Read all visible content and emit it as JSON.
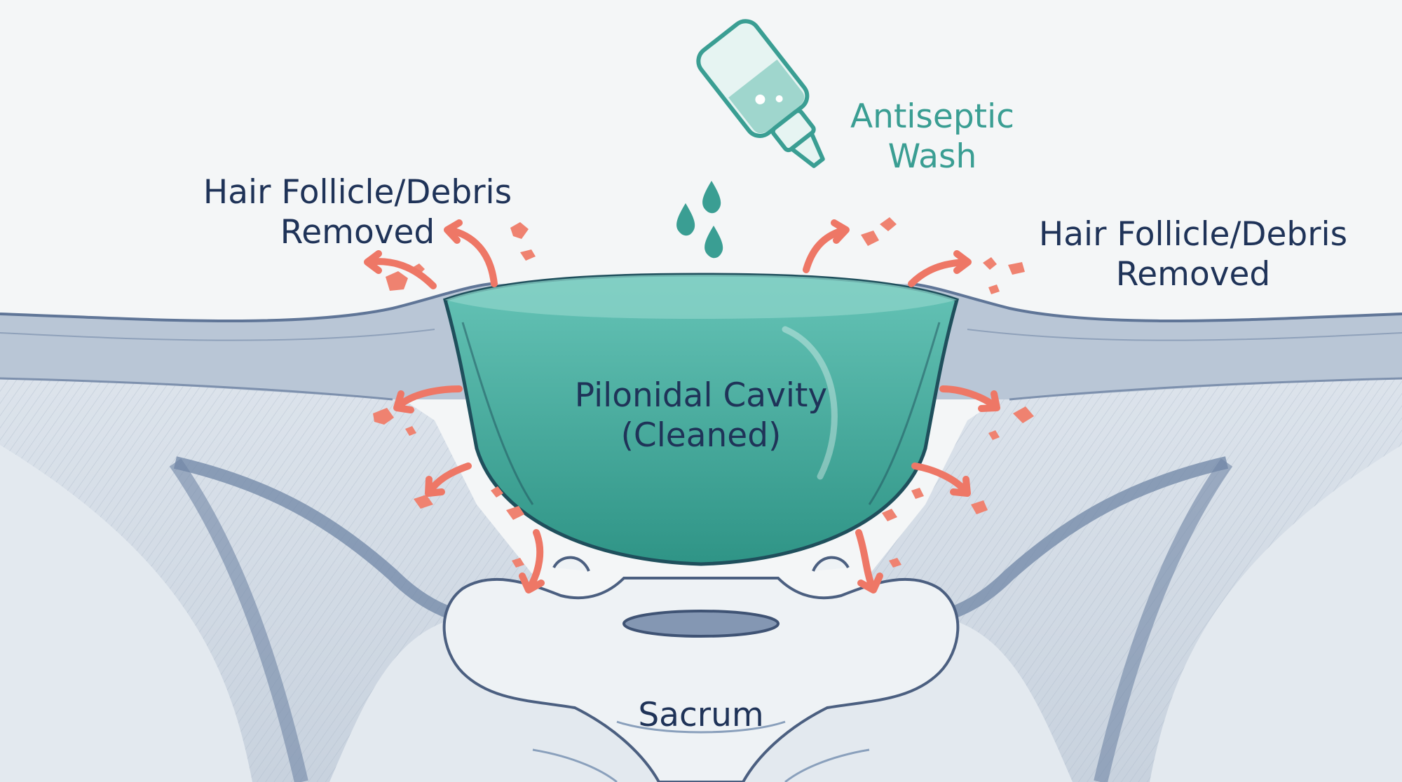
{
  "labels": {
    "antiseptic": [
      "Antiseptic",
      "Wash"
    ],
    "debris_left": [
      "Hair Follicle/Debris",
      "Removed"
    ],
    "debris_right": [
      "Hair Follicle/Debris",
      "Removed"
    ],
    "cavity": [
      "Pilonidal Cavity",
      "(Cleaned)"
    ],
    "bone": "Sacrum"
  },
  "colors": {
    "background": "#f4f6f7",
    "label_text": "#1f3358",
    "antiseptic_text": "#3a9e93",
    "cavity_fill": "#4cb3a5",
    "skin_band": "#b9c6d6",
    "tissue": "#d5dde6",
    "bone": "#eef2f5",
    "debris_arrow": "#ee7766"
  },
  "icons": [
    "dropper-bottle-icon",
    "water-drop-icon",
    "debris-arrow-icon"
  ]
}
